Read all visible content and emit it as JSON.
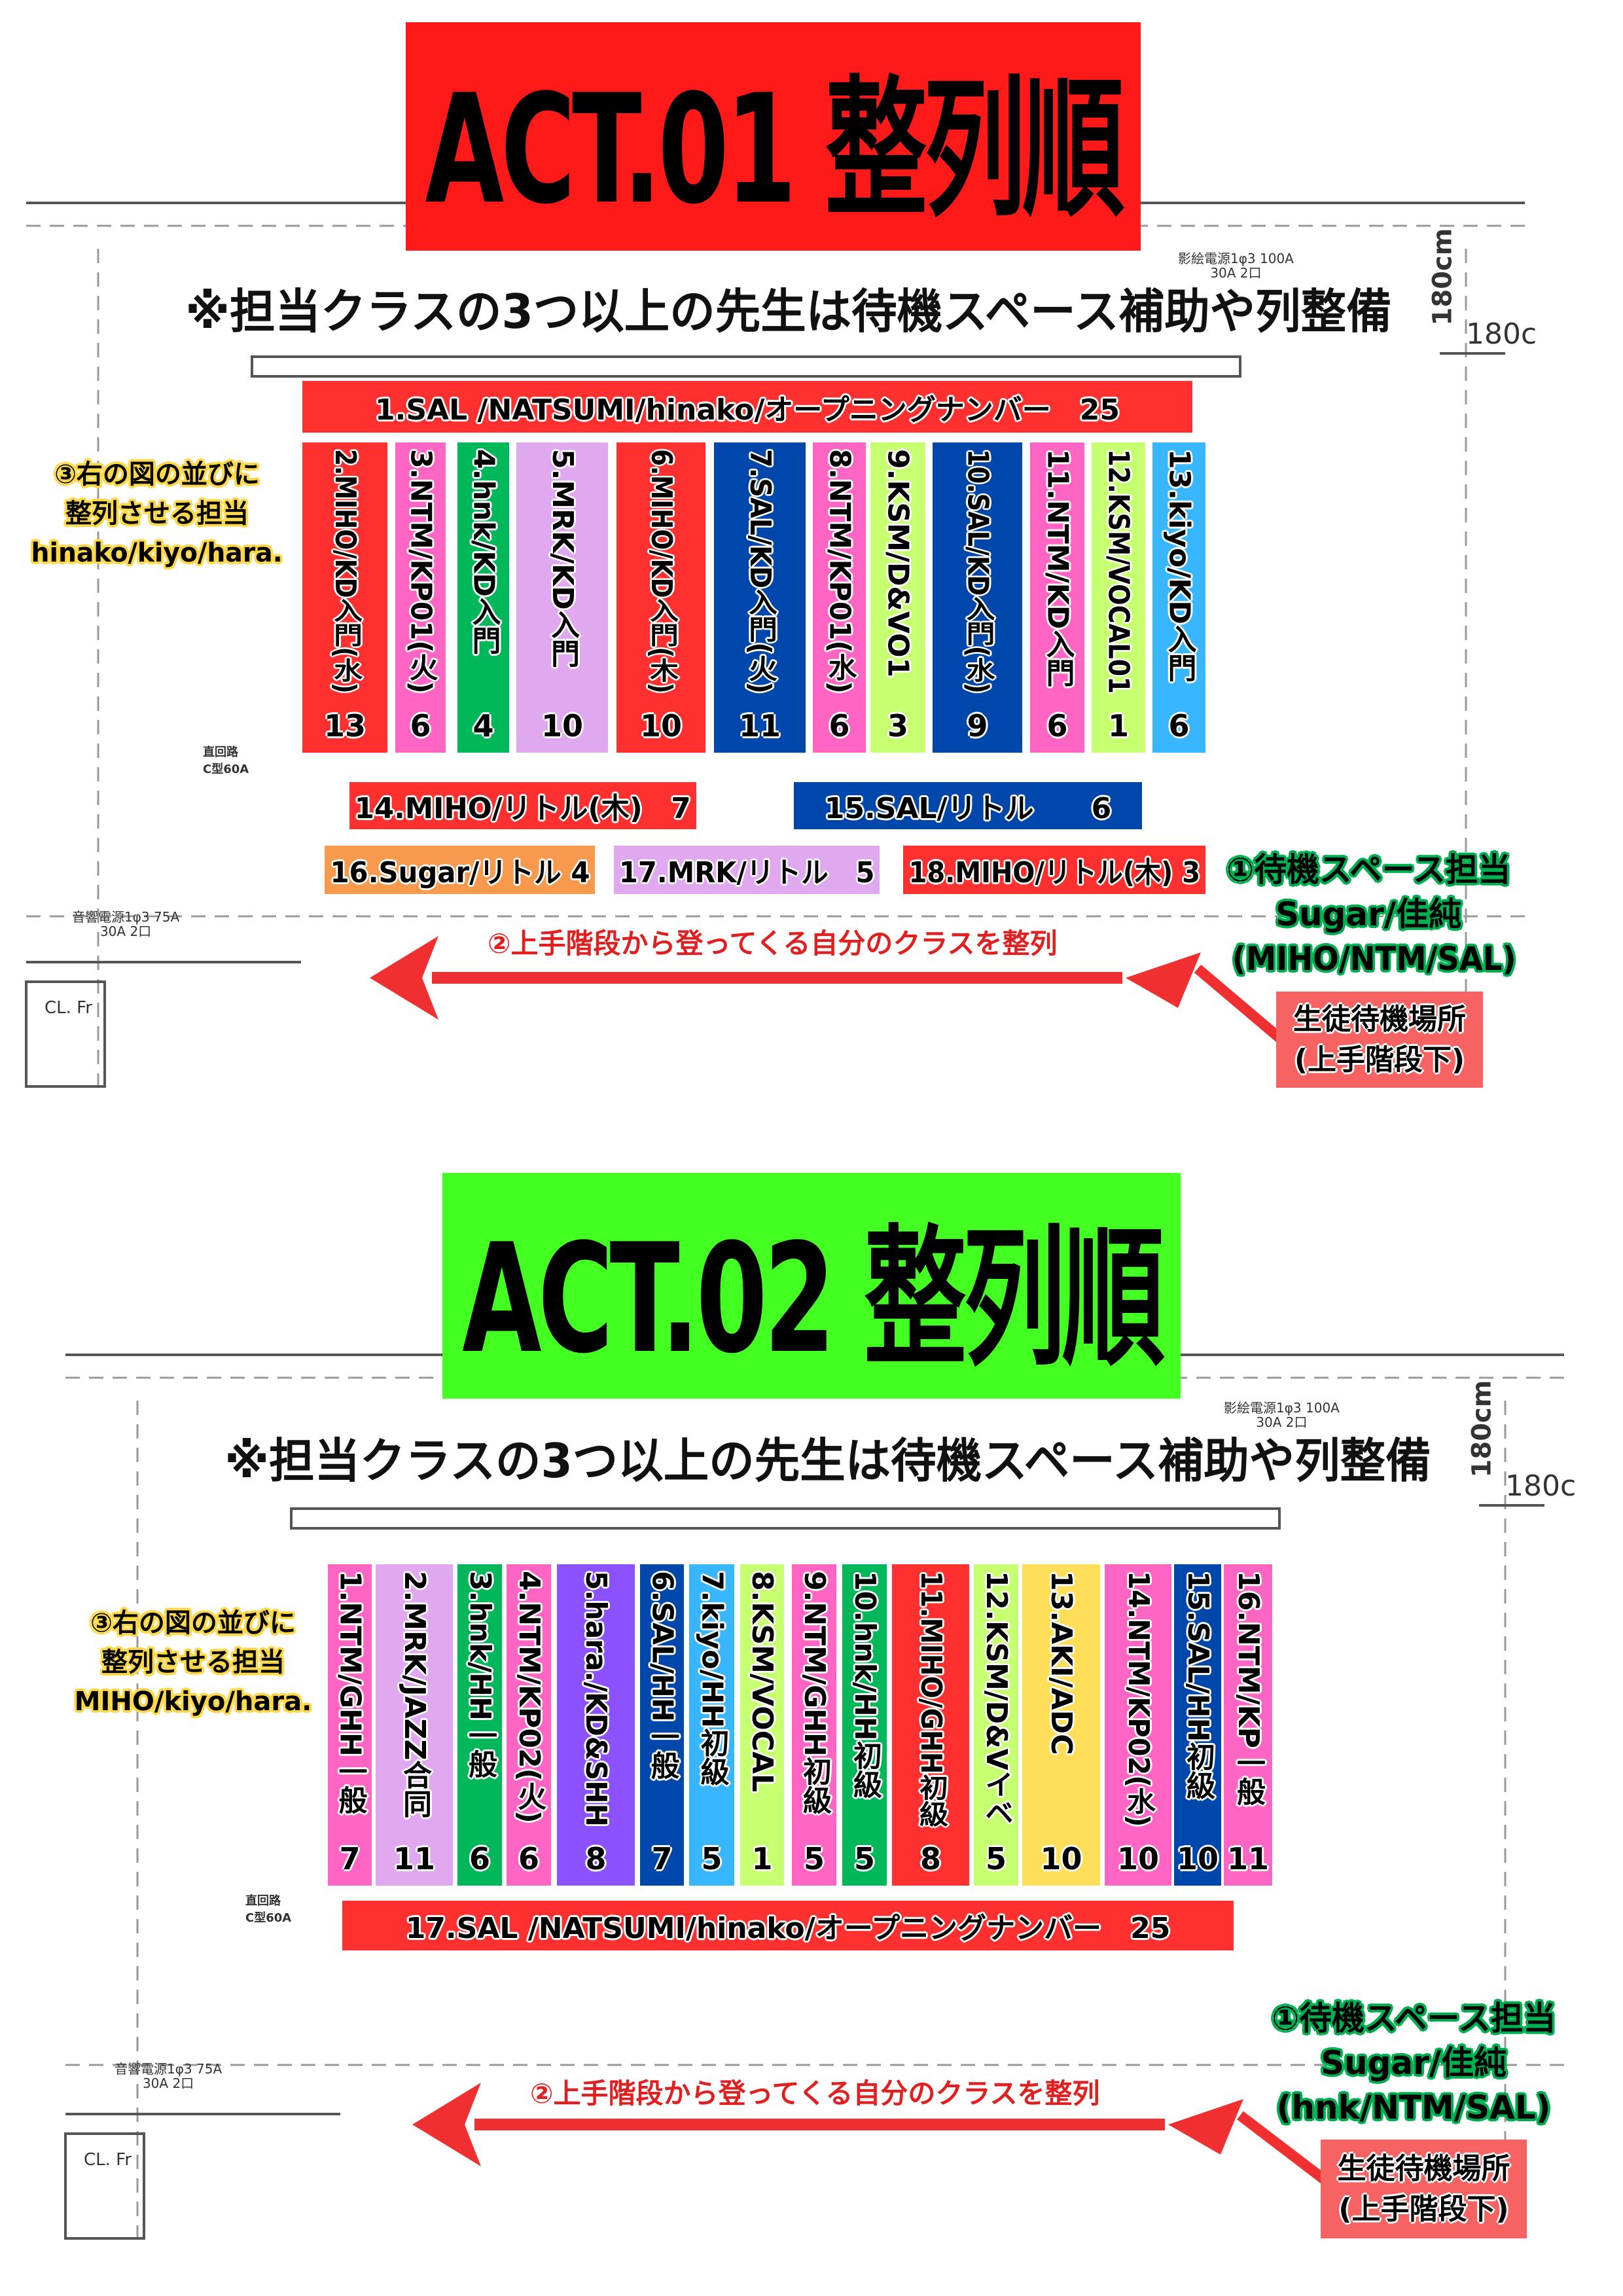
{
  "colors": {
    "red": "#ff3030",
    "pink": "#ff66c4",
    "green": "#00b859",
    "lavender": "#dfa8ef",
    "blue": "#0047ab",
    "lime": "#c6ff70",
    "sky": "#38b6ff",
    "purple": "#8c52ff",
    "yellow": "#ffde59",
    "orange": "#f79a4e",
    "act1_banner": "#ff1a1a",
    "act2_banner": "#44ff22"
  },
  "act1": {
    "title": "ACT.01 整列順",
    "note": "※担当クラスの3つ以上の先生は待機スペース補助や列整備",
    "opening": "1.SAL /NATSUMI/hinako/オープニングナンバー　25",
    "columns": [
      {
        "label": "2.MIHO/KD入門(水)",
        "count": "13",
        "color": "red"
      },
      {
        "label": "3.NTM/KP01(火)",
        "count": "6",
        "color": "pink"
      },
      {
        "label": "4.hnk/KD入門",
        "count": "4",
        "color": "green"
      },
      {
        "label": "5.MRK/KD入門",
        "count": "10",
        "color": "lavender"
      },
      {
        "label": "6.MIHO/KD入門(木)",
        "count": "10",
        "color": "red"
      },
      {
        "label": "7.SAL/KD入門(火)",
        "count": "11",
        "color": "blue"
      },
      {
        "label": "8.NTM/KP01(水)",
        "count": "6",
        "color": "pink"
      },
      {
        "label": "9.KSM/D&VO1",
        "count": "3",
        "color": "lime"
      },
      {
        "label": "10.SAL/KD入門(水)",
        "count": "9",
        "color": "blue"
      },
      {
        "label": "11.NTM/KD入門",
        "count": "6",
        "color": "pink"
      },
      {
        "label": "12.KSM/VOCAL01",
        "count": "1",
        "color": "lime"
      },
      {
        "label": "13.kiyo/KD入門",
        "count": "6",
        "color": "sky"
      }
    ],
    "row14": "14.MIHO/リトル(木)　7",
    "row15": "15.SAL/リトル　　6",
    "row16": "16.Sugar/リトル 4",
    "row17": "17.MRK/リトル　5",
    "row18": "18.MIHO/リトル(木) 3",
    "left_note": [
      "③右の図の並びに",
      "整列させる担当",
      "hinako/kiyo/hara."
    ],
    "waiting_note": [
      "①待機スペース担当",
      "Sugar/佳純",
      "(MIHO/NTM/SAL)"
    ],
    "arrange_note": "②上手階段から登ってくる自分のクラスを整列",
    "student_box": [
      "生徒待機場所",
      "(上手階段下)"
    ]
  },
  "act2": {
    "title": "ACT.02 整列順",
    "note": "※担当クラスの3つ以上の先生は待機スペース補助や列整備",
    "columns": [
      {
        "label": "1.NTM/GHH一般",
        "count": "7",
        "color": "pink"
      },
      {
        "label": "2.MRK/JAZZ合同",
        "count": "11",
        "color": "lavender"
      },
      {
        "label": "3.hnk/HH一般",
        "count": "6",
        "color": "green"
      },
      {
        "label": "4.NTM/KP02(火)",
        "count": "6",
        "color": "pink"
      },
      {
        "label": "5.hara./KD&SHH",
        "count": "8",
        "color": "purple"
      },
      {
        "label": "6.SAL/HH一般",
        "count": "7",
        "color": "blue"
      },
      {
        "label": "7.kiyo/HH初級",
        "count": "5",
        "color": "sky"
      },
      {
        "label": "8.KSM/VOCAL",
        "count": "1",
        "color": "lime"
      },
      {
        "label": "9.NTM/GHH初級",
        "count": "5",
        "color": "pink"
      },
      {
        "label": "10.hnk/HH初級",
        "count": "5",
        "color": "green"
      },
      {
        "label": "11.MIHO/GHH初級",
        "count": "8",
        "color": "red"
      },
      {
        "label": "12.KSM/D&Vイベ",
        "count": "5",
        "color": "lime"
      },
      {
        "label": "13.AKI/ADC",
        "count": "10",
        "color": "yellow"
      },
      {
        "label": "14.NTM/KP02(水)",
        "count": "10",
        "color": "pink"
      },
      {
        "label": "15.SAL/HH初級",
        "count": "10",
        "color": "blue"
      },
      {
        "label": "16.NTM/KP一般",
        "count": "11",
        "color": "pink"
      }
    ],
    "opening": "17.SAL /NATSUMI/hinako/オープニングナンバー　25",
    "left_note": [
      "③右の図の並びに",
      "整列させる担当",
      "MIHO/kiyo/hara."
    ],
    "waiting_note": [
      "①待機スペース担当",
      "Sugar/佳純",
      "(hnk/NTM/SAL)"
    ],
    "arrange_note": "②上手階段から登ってくる自分のクラスを整列",
    "student_box": [
      "生徒待機場所",
      "(上手階段下)"
    ]
  },
  "plan_labels": {
    "dim": "180cm",
    "dim2": "180c",
    "power1": "影絵電源1φ3 100A",
    "power1b": "30A 2口",
    "power2": "音響電源1φ3 75A",
    "power2b": "30A 2口",
    "circuit": "直回路",
    "circuit2": "C型60A",
    "clfr": "CL. Fr"
  }
}
